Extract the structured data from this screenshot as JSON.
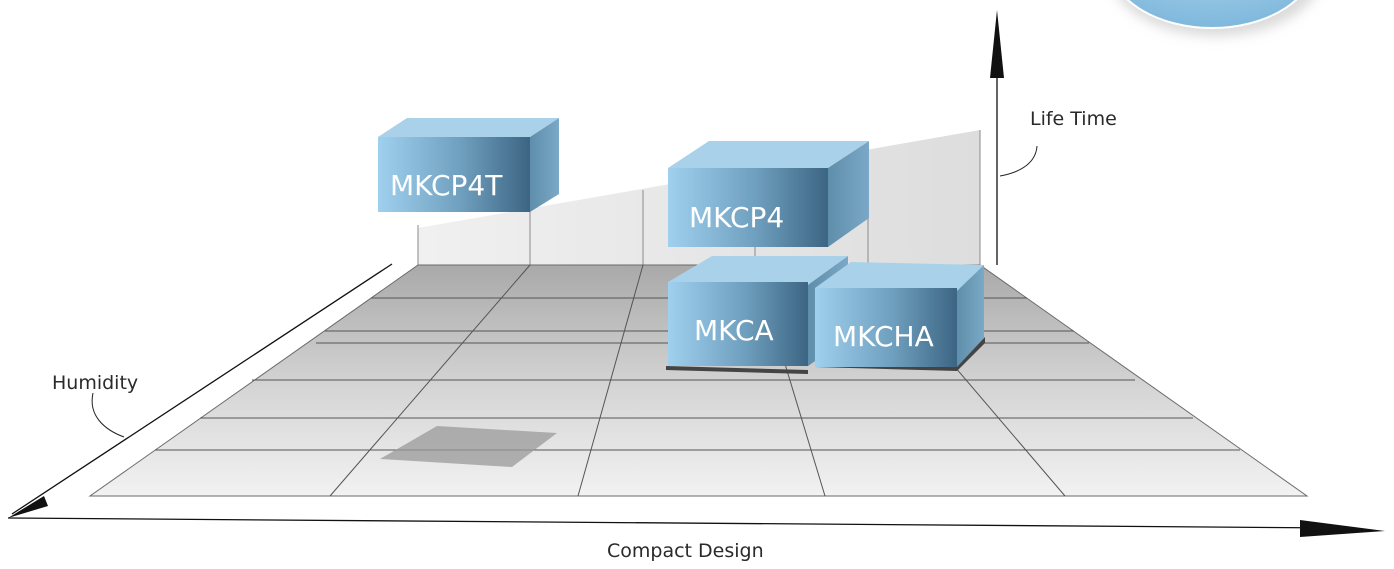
{
  "axes": {
    "x_label": "Compact Design",
    "y_label": "Life Time",
    "z_label": "Humidity"
  },
  "boxes": [
    {
      "id": "mkcp4t",
      "label": "MKCP4T"
    },
    {
      "id": "mkcp4",
      "label": "MKCP4"
    },
    {
      "id": "mkca",
      "label": "MKCA"
    },
    {
      "id": "mkcha",
      "label": "MKCHA"
    }
  ],
  "colors": {
    "box_front_light": "#a8d4ee",
    "box_front_dark": "#3f6f8e",
    "box_top": "#a9d0e8",
    "box_side": "#5f8ca8",
    "floor_light": "#f1f1f1",
    "floor_dark": "#b3b3b3",
    "wall": "#e8e8e8",
    "circle": "#8fc3e2",
    "axis": "#111111"
  }
}
